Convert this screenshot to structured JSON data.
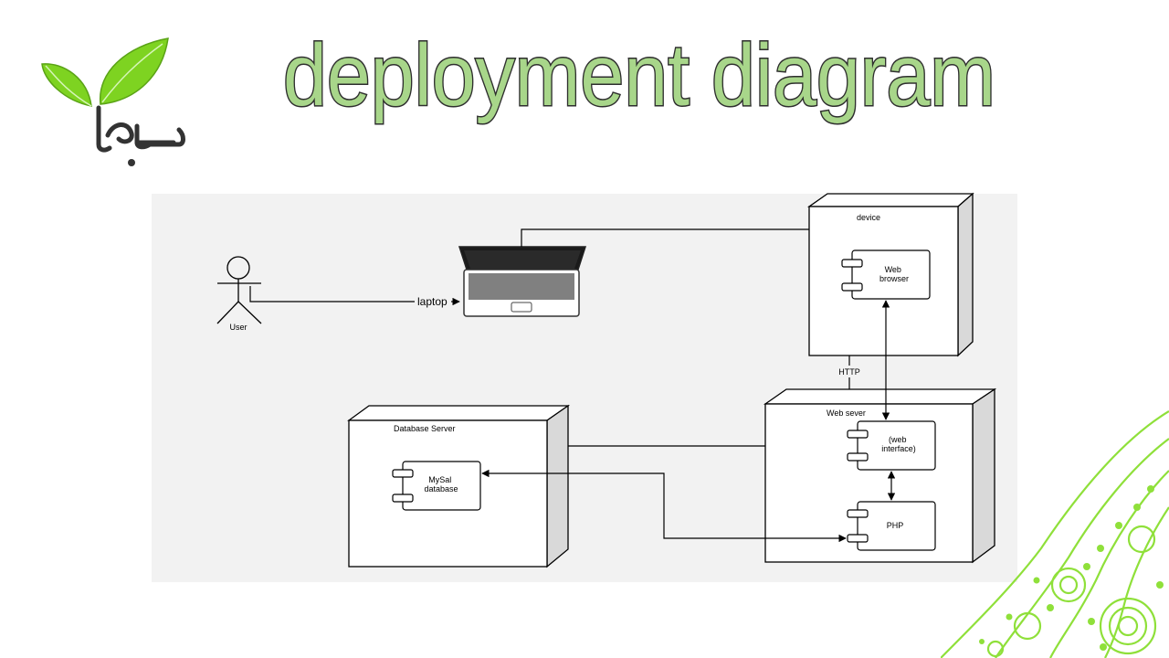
{
  "slide": {
    "title": "deployment diagram",
    "logo_name": "leaf-logo",
    "decoration_name": "mandala-decoration"
  },
  "colors": {
    "title_fill": "#a8d68a",
    "title_stroke": "#2e2e2e",
    "leaf_green": "#7ed321",
    "mandala_green": "#8fe03a",
    "diagram_bg": "#f2f2f2"
  },
  "diagram": {
    "actor": {
      "label": "User"
    },
    "laptop": {
      "label": "laptop"
    },
    "device": {
      "label": "device",
      "component": [
        "Web",
        "browser"
      ]
    },
    "http": {
      "label": "HTTP"
    },
    "web_server": {
      "label": "Web sever",
      "components": [
        {
          "lines": [
            "(web",
            "interface)"
          ]
        },
        {
          "lines": [
            "PHP"
          ]
        }
      ]
    },
    "database_server": {
      "label": "Database Server",
      "component": [
        "MySal",
        "database"
      ]
    }
  }
}
